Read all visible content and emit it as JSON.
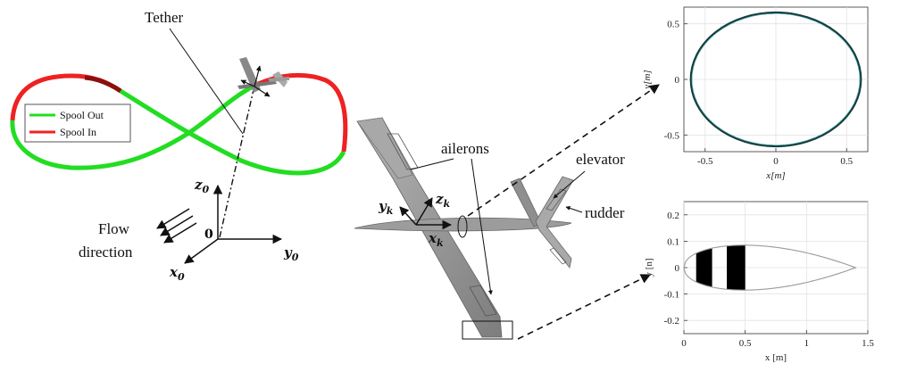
{
  "labels": {
    "tether": "Tether",
    "flow1": "Flow",
    "flow2": "direction",
    "origin": "0",
    "z0": "z",
    "z0sub": "0",
    "y0": "y",
    "y0sub": "0",
    "x0": "x",
    "x0sub": "0",
    "ailerons": "ailerons",
    "elevator": "elevator",
    "rudder": "rudder",
    "yk": "y",
    "yksub": "k",
    "zk": "z",
    "zksub": "k",
    "xk": "x",
    "xksub": "k"
  },
  "legend": {
    "items": [
      {
        "label": "Spool Out",
        "color": "#22dd22"
      },
      {
        "label": "Spool In",
        "color": "#ee2222"
      }
    ]
  },
  "colors": {
    "spool_out": "#22dd22",
    "spool_in": "#ee2222",
    "aircraft": "#9a9a9a",
    "circle": "#1a3a3a"
  },
  "chart_data": [
    {
      "type": "line",
      "xlabel": "x[m]",
      "ylabel": "y[m]",
      "xlim": [
        -0.65,
        0.65
      ],
      "ylim": [
        -0.65,
        0.65
      ],
      "xticks": [
        -0.5,
        0,
        0.5
      ],
      "xtick_labels": [
        "-0.5",
        "0",
        "0.5"
      ],
      "yticks": [
        -0.5,
        0,
        0.5
      ],
      "ytick_labels": [
        "-0.5",
        "0",
        "0.5"
      ],
      "grid": true,
      "series": [
        {
          "shape": "ellipse",
          "cx": 0,
          "cy": 0,
          "rx": 0.6,
          "ry": 0.6
        }
      ]
    },
    {
      "type": "line",
      "xlabel": "x [m]",
      "ylabel": "y [n]",
      "xlim": [
        0,
        1.5
      ],
      "ylim": [
        -0.25,
        0.25
      ],
      "xticks": [
        0,
        0.5,
        1,
        1.5
      ],
      "xtick_labels": [
        "0",
        "0.5",
        "1",
        "1.5"
      ],
      "yticks": [
        -0.2,
        -0.1,
        0,
        0.1,
        0.2
      ],
      "ytick_labels": [
        "-0.2",
        "-0.1",
        "0",
        "0.1",
        "0.2"
      ],
      "grid": true,
      "airfoil": {
        "chord": 1.4,
        "max_half_thickness": 0.085,
        "max_thickness_at": 0.3
      },
      "stripes": [
        [
          0.1,
          0.23
        ],
        [
          0.35,
          0.5
        ]
      ]
    }
  ]
}
